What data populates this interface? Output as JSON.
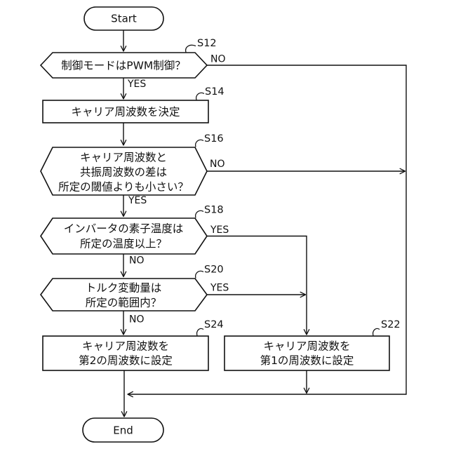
{
  "nodes": {
    "start": {
      "label": "Start"
    },
    "s12": {
      "step": "S12",
      "text": "制御モードはPWM制御？",
      "yes_label": "YES",
      "no_label": "NO"
    },
    "s14": {
      "step": "S14",
      "text": "キャリア周波数を決定"
    },
    "s16": {
      "step": "S16",
      "lines": [
        "キャリア周波数と",
        "共振周波数の差は",
        "所定の閾値よりも小さい？"
      ],
      "yes_label": "YES",
      "no_label": "NO"
    },
    "s18": {
      "step": "S18",
      "lines": [
        "インバータの素子温度は",
        "所定の温度以上？"
      ],
      "yes_label": "YES",
      "no_label": "NO"
    },
    "s20": {
      "step": "S20",
      "lines": [
        "トルク変動量は",
        "所定の範囲内？"
      ],
      "yes_label": "YES",
      "no_label": "NO"
    },
    "s22": {
      "step": "S22",
      "lines": [
        "キャリア周波数を",
        "第1の周波数に設定"
      ]
    },
    "s24": {
      "step": "S24",
      "lines": [
        "キャリア周波数を",
        "第2の周波数に設定"
      ]
    },
    "end": {
      "label": "End"
    }
  },
  "colors": {
    "line": "#111111",
    "shape_fill": "#ffffff",
    "background": "#ffffff"
  }
}
